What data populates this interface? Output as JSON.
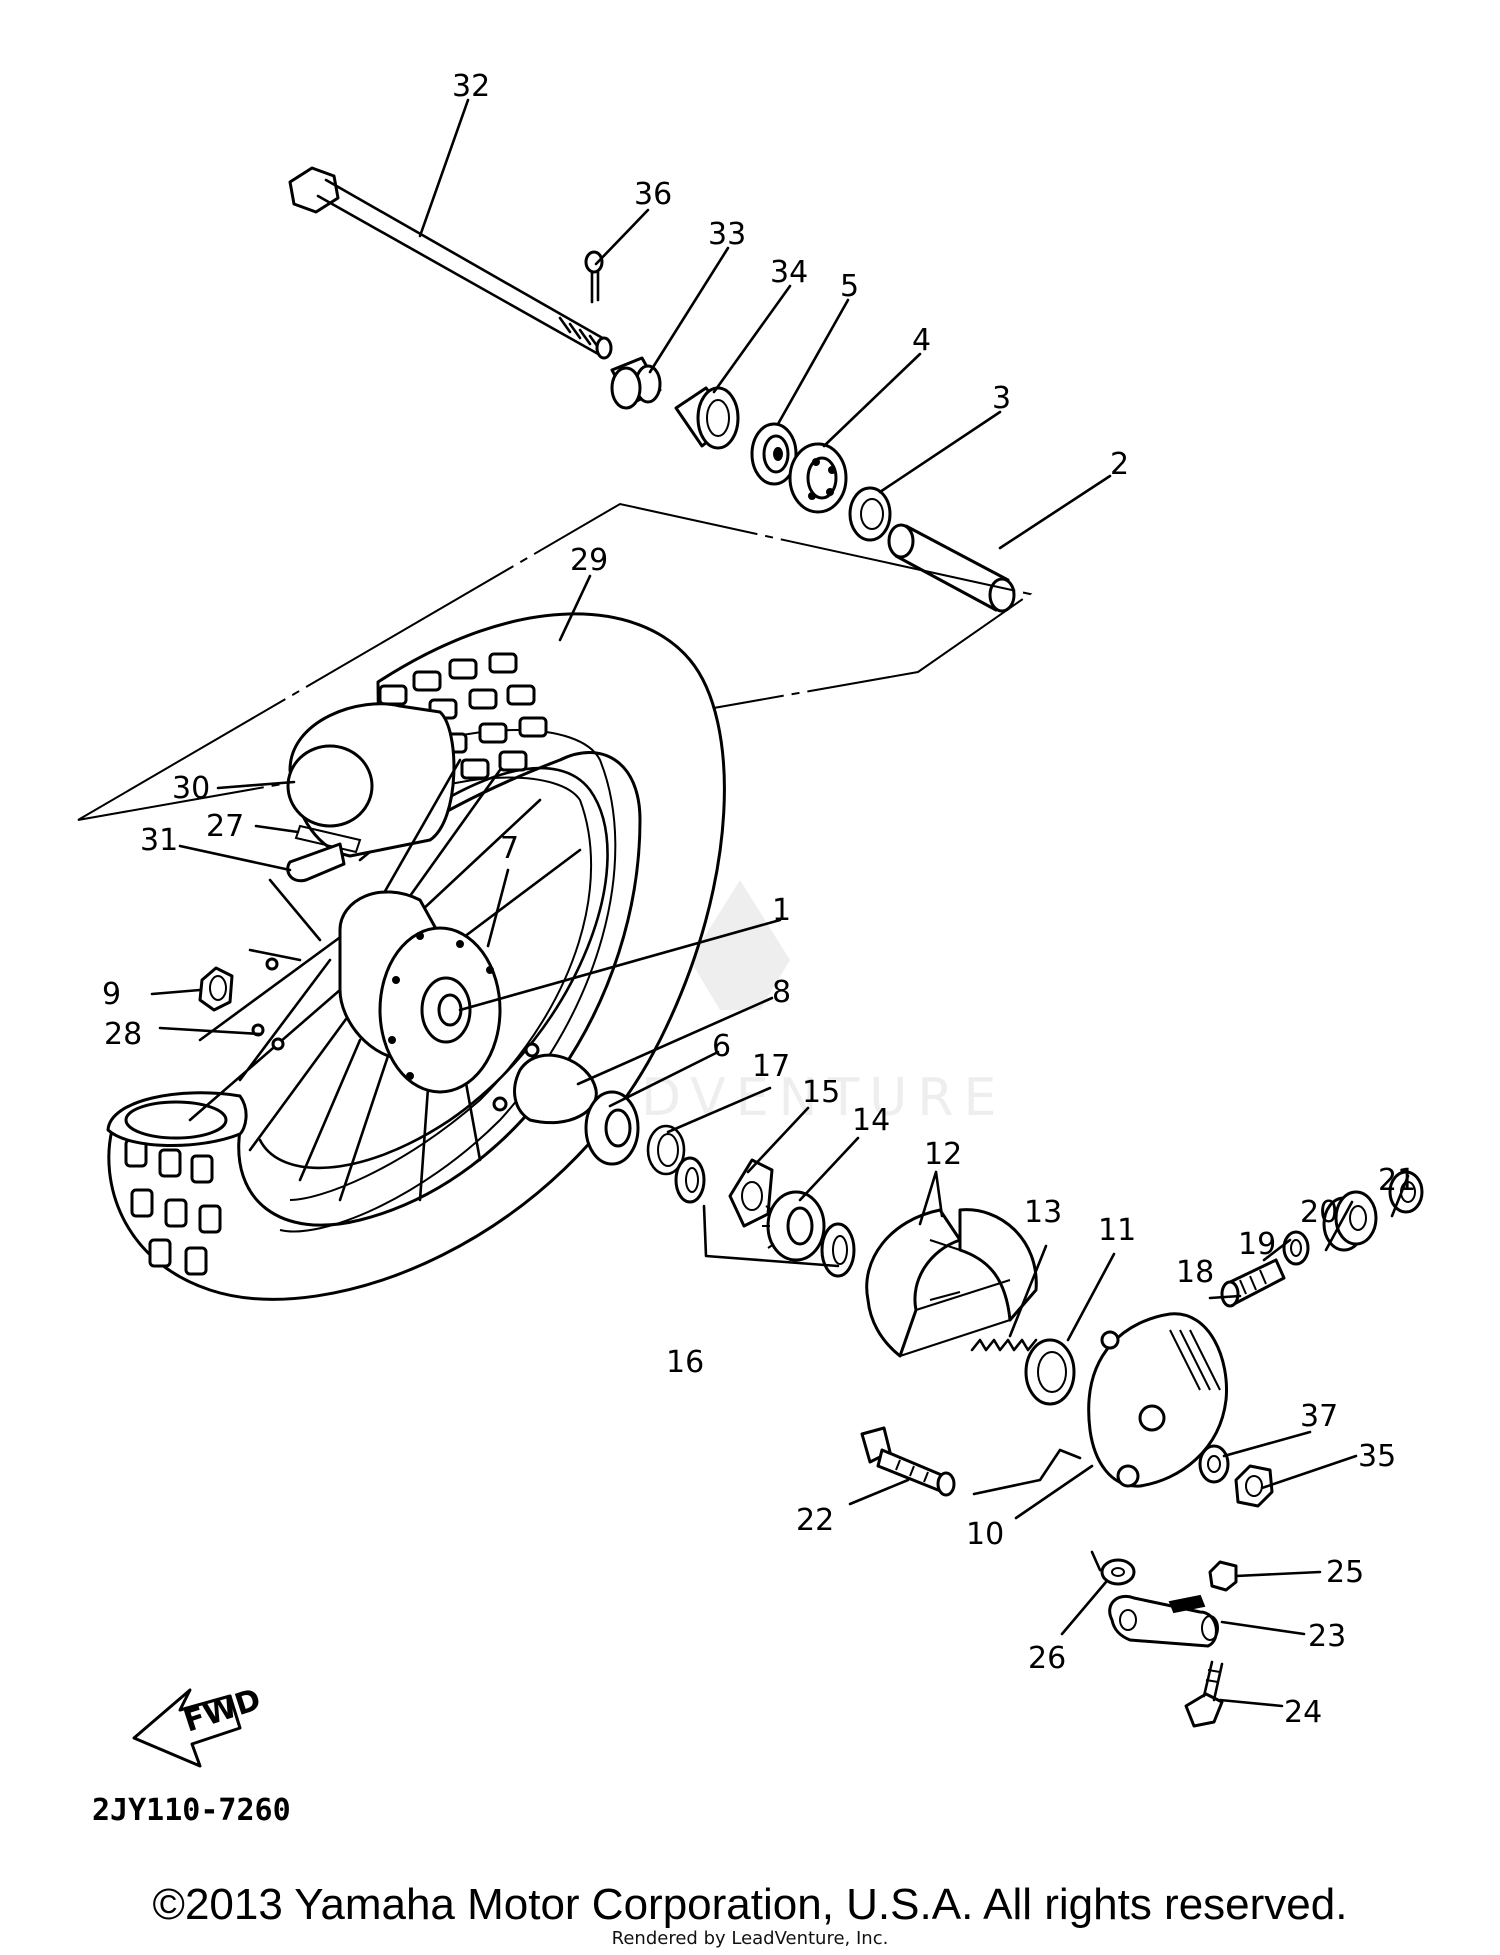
{
  "diagram": {
    "drawing_code": "2JY110-7260",
    "fwd_label": "FWD",
    "callouts": [
      "1",
      "2",
      "3",
      "4",
      "5",
      "6",
      "7",
      "8",
      "9",
      "10",
      "11",
      "12",
      "13",
      "14",
      "15",
      "16",
      "17",
      "18",
      "19",
      "20",
      "21",
      "22",
      "23",
      "24",
      "25",
      "26",
      "27",
      "28",
      "29",
      "30",
      "31",
      "32",
      "33",
      "34",
      "35",
      "36",
      "37"
    ],
    "watermark": "LEADVENTURE"
  },
  "footer": {
    "copyright": "©2013 Yamaha Motor Corporation, U.S.A. All rights reserved.",
    "rendered_by": "Rendered by LeadVenture, Inc."
  }
}
